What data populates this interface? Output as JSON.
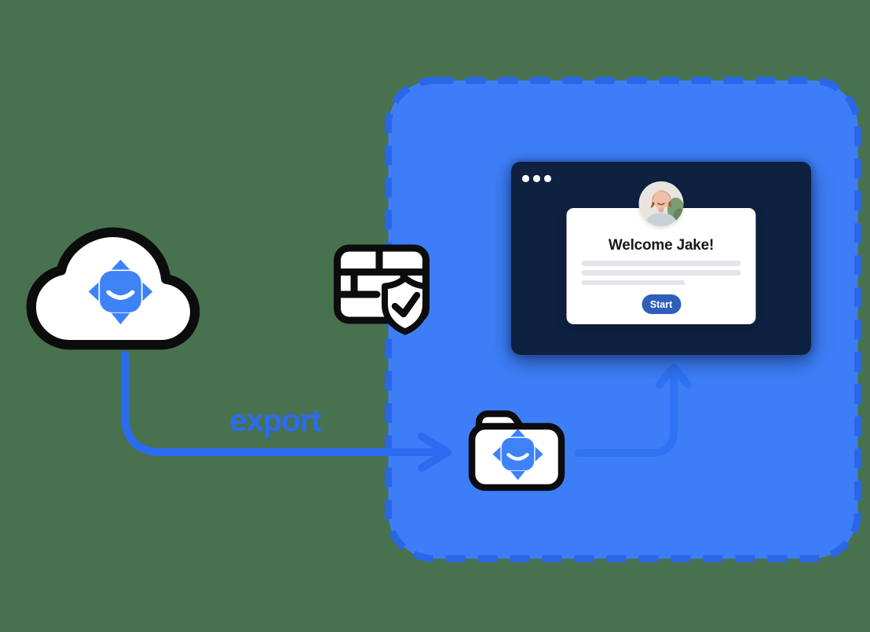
{
  "theme": {
    "background": "#48714F",
    "panel_fill": "#3D7EF8",
    "panel_border": "#2A66E8",
    "arrow_blue": "#2B6BF1",
    "arrow_inner_blue": "#2F72F3",
    "export_text_blue": "#2B6BF2",
    "window_navy": "#0E2140",
    "card_white": "#FFFFFF",
    "placeholder_gray": "#E3E5E9",
    "start_button_blue": "#2F5FB8",
    "title_dark": "#17191D",
    "bot_blue": "#3E82F8",
    "outline_black": "#0C0C0C"
  },
  "diagram": {
    "export_label": "export",
    "cloud_icon": "cloud-with-bot-face",
    "firewall_icon": "firewall-brick-wall-with-shield-check",
    "folder_icon": "folder-with-bot-face",
    "export_arrow": "arrow-right-from-cloud-into-zone",
    "upload_arrow": "arrow-up-from-folder-to-app-window"
  },
  "app_window": {
    "traffic_dot_count": 3,
    "avatar": "smiling-woman-photo",
    "title": "Welcome Jake!",
    "placeholder_line_count": 3,
    "start_button_label": "Start"
  }
}
